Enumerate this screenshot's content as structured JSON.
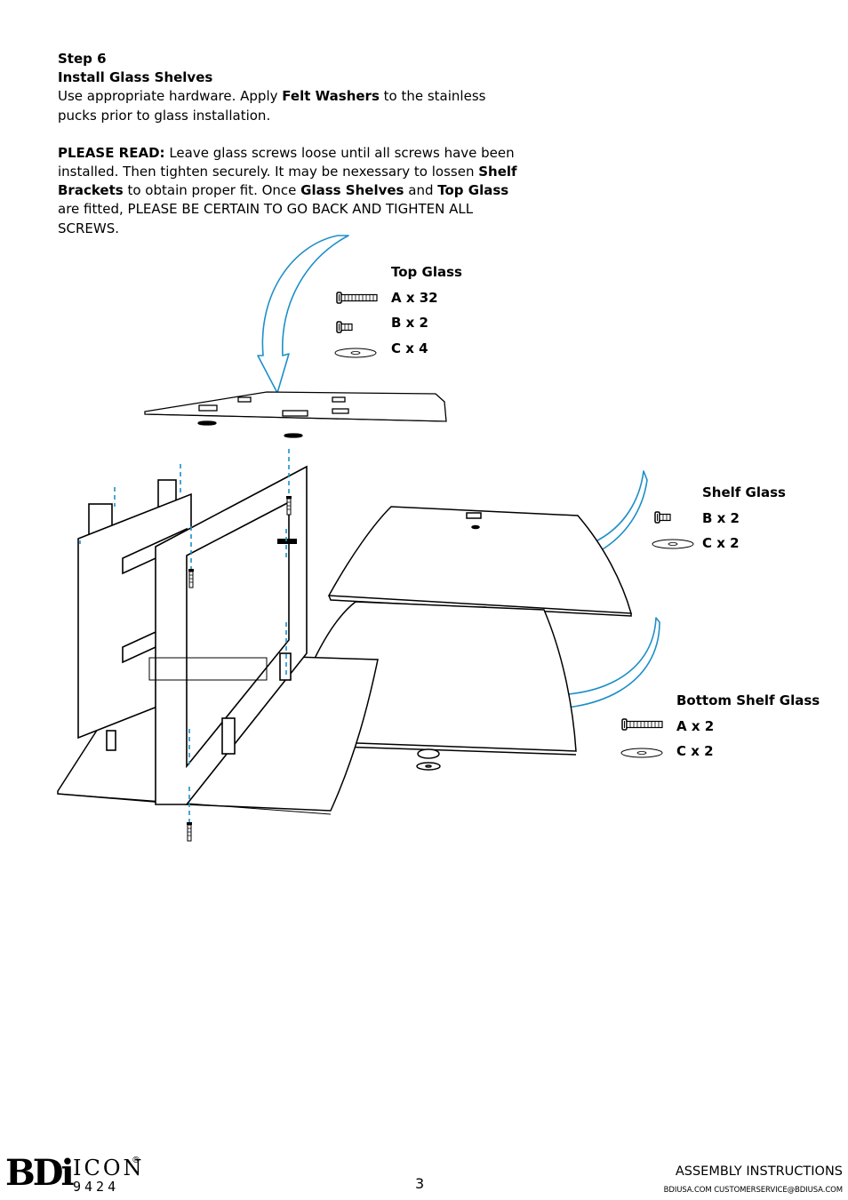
{
  "instructions": {
    "step": "Step 6",
    "title": "Install Glass Shelves",
    "p1": {
      "a": "Use appropriate hardware. Apply ",
      "b": "Felt Washers",
      "c": " to the stainless pucks prior to glass installation."
    },
    "p2": {
      "label": "PLEASE READ:",
      "a": "  Leave glass screws loose until all screws have been installed. Then tighten securely. It may be nexessary to lossen ",
      "b": "Shelf Brackets",
      "c": " to obtain proper fit. Once ",
      "d": "Glass Shelves",
      "e": " and ",
      "f": "Top Glass",
      "g": " are fitted, PLEASE BE CERTAIN TO GO BACK AND TIGHTEN ALL SCREWS."
    }
  },
  "hardware": {
    "top_glass": {
      "title": "Top Glass",
      "items": [
        "A x 32",
        "B x 2",
        "C x 4"
      ]
    },
    "shelf_glass": {
      "title": "Shelf Glass",
      "items": [
        "B x 2",
        "C x 2"
      ]
    },
    "bottom_shelf_glass": {
      "title": "Bottom Shelf Glass",
      "items": [
        "A x 2",
        "C x 2"
      ]
    }
  },
  "footer": {
    "page_number": "3",
    "doc_type": "ASSEMBLY INSTRUCTIONS",
    "contact": "BDIUSA.COM  CUSTOMERSERVICE@BDIUSA.COM",
    "brand": "BDi",
    "product": "ICON",
    "registered": "®",
    "model": "9424"
  },
  "colors": {
    "arrow": "#1e8fc8",
    "ink": "#000000"
  }
}
